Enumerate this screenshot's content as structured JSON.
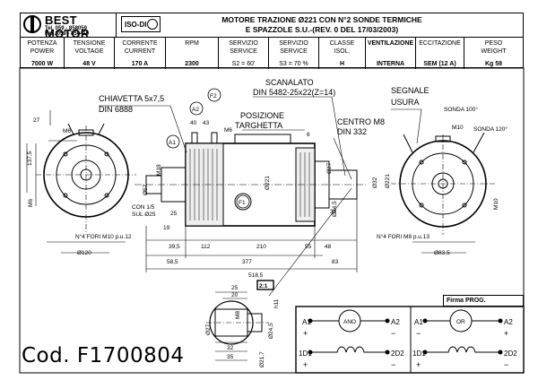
{
  "header": {
    "brand": "BEST MOTOR",
    "tel": "Tel. 059 - 858059",
    "fax": "Fax. 059 - 850410",
    "iso": "ISO-DI",
    "title_line1": "MOTORE TRAZIONE Ø221 CON N°2 SONDE TERMICHE",
    "title_line2": "E SPAZZOLE S.U.-(REV. 0 DEL 17/03/2003)"
  },
  "specs": [
    {
      "h1": "POTENZA",
      "h2": "POWER",
      "v": "7000 W"
    },
    {
      "h1": "TENSIONE",
      "h2": "VOLTAGE",
      "v": "48 V"
    },
    {
      "h1": "CORRENTE",
      "h2": "CURRENT",
      "v": "170 A"
    },
    {
      "h1": "RPM",
      "h2": "",
      "v": "2300"
    },
    {
      "h1": "SERVIZIO",
      "h2": "SERVICE",
      "v": "S2 = 60'"
    },
    {
      "h1": "SERVIZIO",
      "h2": "SERVICE",
      "v": "S3 = 70 %"
    },
    {
      "h1": "CLASSE",
      "h2": "ISOL.",
      "v": "H"
    },
    {
      "h1": "VENTILAZIONE",
      "h2": "",
      "v": "INTERNA"
    },
    {
      "h1": "ECCITAZIONE",
      "h2": "",
      "v": "SEM (12 A)"
    },
    {
      "h1": "PESO",
      "h2": "WEIGHT",
      "v": "Kg 58"
    }
  ],
  "labels": {
    "chiavetta1": "CHIAVETTA 5x7,5",
    "chiavetta2": "DIN 6888",
    "posizione1": "POSIZIONE",
    "posizione2": "TARGHETTA",
    "scanalato1": "SCANALATO",
    "scanalato2": "DIN 5482-25x22(Z=14)",
    "centro1": "CENTRO M8",
    "centro2": "DIN 332",
    "segnale1": "SEGNALE",
    "segnale2": "USURA",
    "sonda100": "SONDA 100°",
    "sonda120": "SONDA 120°",
    "fori_left": "N°4 FORI M10 p.u.12",
    "fori_right": "N°4 FORI M8 p.u.13",
    "con": "CON 1/5",
    "sul": "SUL Ø25",
    "a1": "A1",
    "a2": "A2",
    "f1": "F1",
    "f2": "F2",
    "scale": "2:1",
    "code": "Cod. F1700804",
    "firma": "Firma PROG."
  },
  "dims": {
    "d27": "27",
    "d137": "137,5",
    "m6a": "M6",
    "m6b": "M6",
    "m6c": "M6",
    "m10a": "M10",
    "m10b": "M10",
    "d40": "40",
    "d43": "43",
    "d6": "6",
    "m18": "M18",
    "d57": "Ø57",
    "d25": "25",
    "d19": "19",
    "d221a": "Ø221",
    "d27b": "Ø27",
    "d32": "Ø32",
    "d221b": "Ø221",
    "d245": "Ø24,5",
    "d31": "31",
    "d395": "39,5",
    "d112": "112",
    "d210": "210",
    "d55": "55",
    "d48": "48",
    "d585": "58,5",
    "d377": "377",
    "d83": "83",
    "d5185": "518,5",
    "d120": "Ø120",
    "d835": "Ø83,5",
    "dd25": "25",
    "dd20": "20",
    "dd27": "Ø27",
    "dd32": "32",
    "dd35": "35",
    "dd245": "Ø24,5",
    "dd217": "Ø21,7",
    "dm8": "M8",
    "dm": "M8",
    "dh11": "h11"
  },
  "wiring": [
    {
      "a1": "A1",
      "a2": "A2",
      "center": "ANO",
      "plus": "+",
      "minus": "−",
      "d1": "1D1",
      "d2": "2D2"
    },
    {
      "a1": "A1",
      "a2": "A2",
      "center": "OR",
      "plus": "+",
      "minus": "−",
      "d1": "1D1",
      "d2": "2D2"
    }
  ]
}
